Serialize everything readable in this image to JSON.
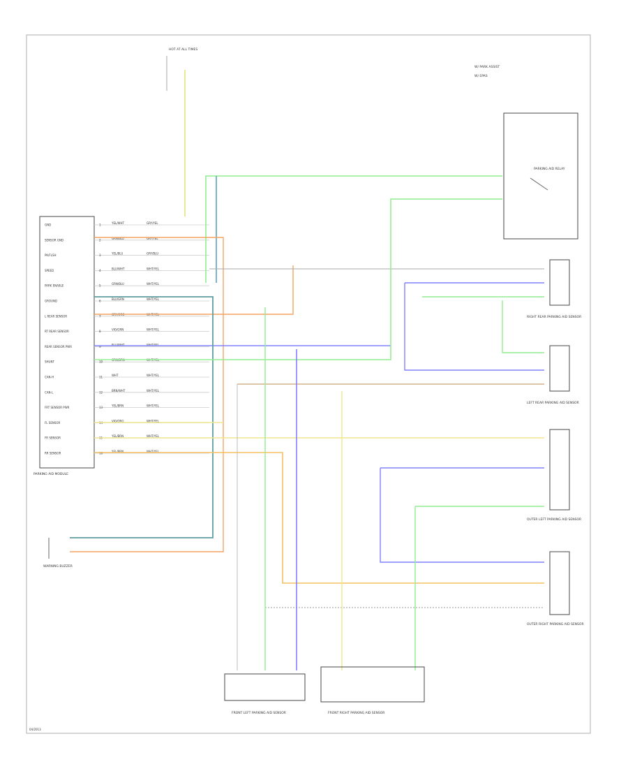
{
  "module_pins": [
    {
      "pin": "1",
      "name": "GND",
      "color": "YEL/WHT",
      "wire": "GRY/YEL"
    },
    {
      "pin": "2",
      "name": "SENSOR GND",
      "color": "GRN/BLU",
      "wire": "GRY/YEL"
    },
    {
      "pin": "3",
      "name": "PK/FLSH",
      "color": "YEL/BLU",
      "wire": "GRY/BLU"
    },
    {
      "pin": "4",
      "name": "SPEED",
      "color": "BLU/WHT",
      "wire": "WHT/YEL"
    },
    {
      "pin": "5",
      "name": "PARK ENABLE",
      "color": "GRN/BLU",
      "wire": "WHT/YEL"
    },
    {
      "pin": "6",
      "name": "GROUND",
      "color": "BLU/GRN",
      "wire": "WHT/YEL"
    },
    {
      "pin": "7",
      "name": "L REAR SENSOR",
      "color": "GRY/ORG",
      "wire": "WHT/YEL"
    },
    {
      "pin": "8",
      "name": "RT REAR SENSOR",
      "color": "VIO/GRN",
      "wire": "WHT/YEL"
    },
    {
      "pin": "9",
      "name": "REAR SENSOR PWR",
      "color": "BLU/WHT",
      "wire": "WHT/YEL"
    },
    {
      "pin": "10",
      "name": "SHUNT",
      "color": "GRN/BRN",
      "wire": "WHT/YEL"
    },
    {
      "pin": "11",
      "name": "CAN-H",
      "color": "WHT",
      "wire": "WHT/YEL"
    },
    {
      "pin": "12",
      "name": "CAN-L",
      "color": "BRN/WHT",
      "wire": "WHT/YEL"
    },
    {
      "pin": "13",
      "name": "FRT SENSOR PWR",
      "color": "YEL/BRN",
      "wire": "WHT/YEL"
    },
    {
      "pin": "14",
      "name": "FL SENSOR",
      "color": "VIO/ORG",
      "wire": "WHT/YEL"
    },
    {
      "pin": "15",
      "name": "FR SENSOR",
      "color": "YEL/BRN",
      "wire": "WHT/YEL"
    },
    {
      "pin": "16",
      "name": "RR SENSOR",
      "color": "YEL/BRN",
      "wire": "WHT/YEL"
    }
  ],
  "labels": {
    "module": "PARKING AID MODULE",
    "buzzer": "WARNING BUZZER",
    "fl_sensor": "FRONT LEFT PARKING AID SENSOR",
    "fr_sensor": "FRONT RIGHT PARKING AID SENSOR",
    "rl_sensor": "LEFT REAR PARKING AID SENSOR",
    "rr_sensor": "RIGHT REAR PARKING AID SENSOR",
    "ol_sensor": "OUTER LEFT PARKING AID SENSOR",
    "or_sensor": "OUTER RIGHT PARKING AID SENSOR",
    "relay": "PARKING AID RELAY",
    "hot_at_all_times": "HOT AT ALL TIMES",
    "legend_1": "W/ PARK ASSIST",
    "legend_2": "W/ EPAS",
    "footer_code": "04/2013"
  },
  "colors": {
    "yellow": "#f0e68c",
    "green": "#90ee90",
    "blue": "#7b7bff",
    "orange": "#f4a460",
    "cyan": "#5f9ea0",
    "gray": "#888888"
  }
}
